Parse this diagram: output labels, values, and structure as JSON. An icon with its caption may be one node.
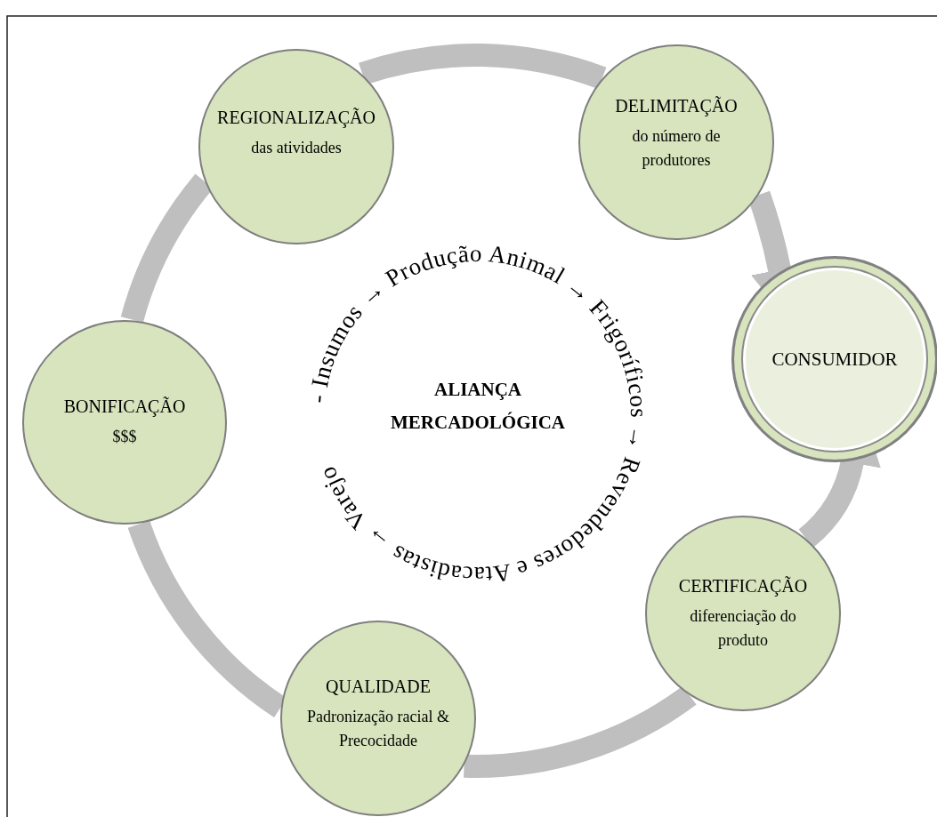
{
  "diagram": {
    "nodes": [
      {
        "text": [
          "REGIONALIZAÇÃO",
          "das atividades"
        ]
      },
      {
        "text": [
          "DELIMITAÇÃO",
          "do número de produtores"
        ]
      },
      {
        "text": [
          "CONSUMIDOR"
        ]
      },
      {
        "text": [
          "BONIFICAÇÃO",
          "$$$"
        ]
      },
      {
        "text": [
          "CERTIFICAÇÃO",
          "diferenciação do produto"
        ]
      },
      {
        "text": [
          "QUALIDADE",
          "Padronização racial & Precocidade"
        ]
      }
    ],
    "edges": [
      {
        "from": 1,
        "to": 2,
        "arrow": "to"
      },
      {
        "from": 4,
        "to": 2,
        "arrow": "to"
      },
      {
        "from": 0,
        "to": 1,
        "arrow": "none"
      },
      {
        "from": 3,
        "to": 0,
        "arrow": "none"
      },
      {
        "from": 5,
        "to": 3,
        "arrow": "none"
      },
      {
        "from": 4,
        "to": 5,
        "arrow": "none"
      }
    ],
    "labels": [
      "- Insumos → Produção Animal → Frigoríficos → Revendedores e Atacadistas → Varejo",
      "ALIANÇA MERCADOLÓGICA"
    ]
  }
}
